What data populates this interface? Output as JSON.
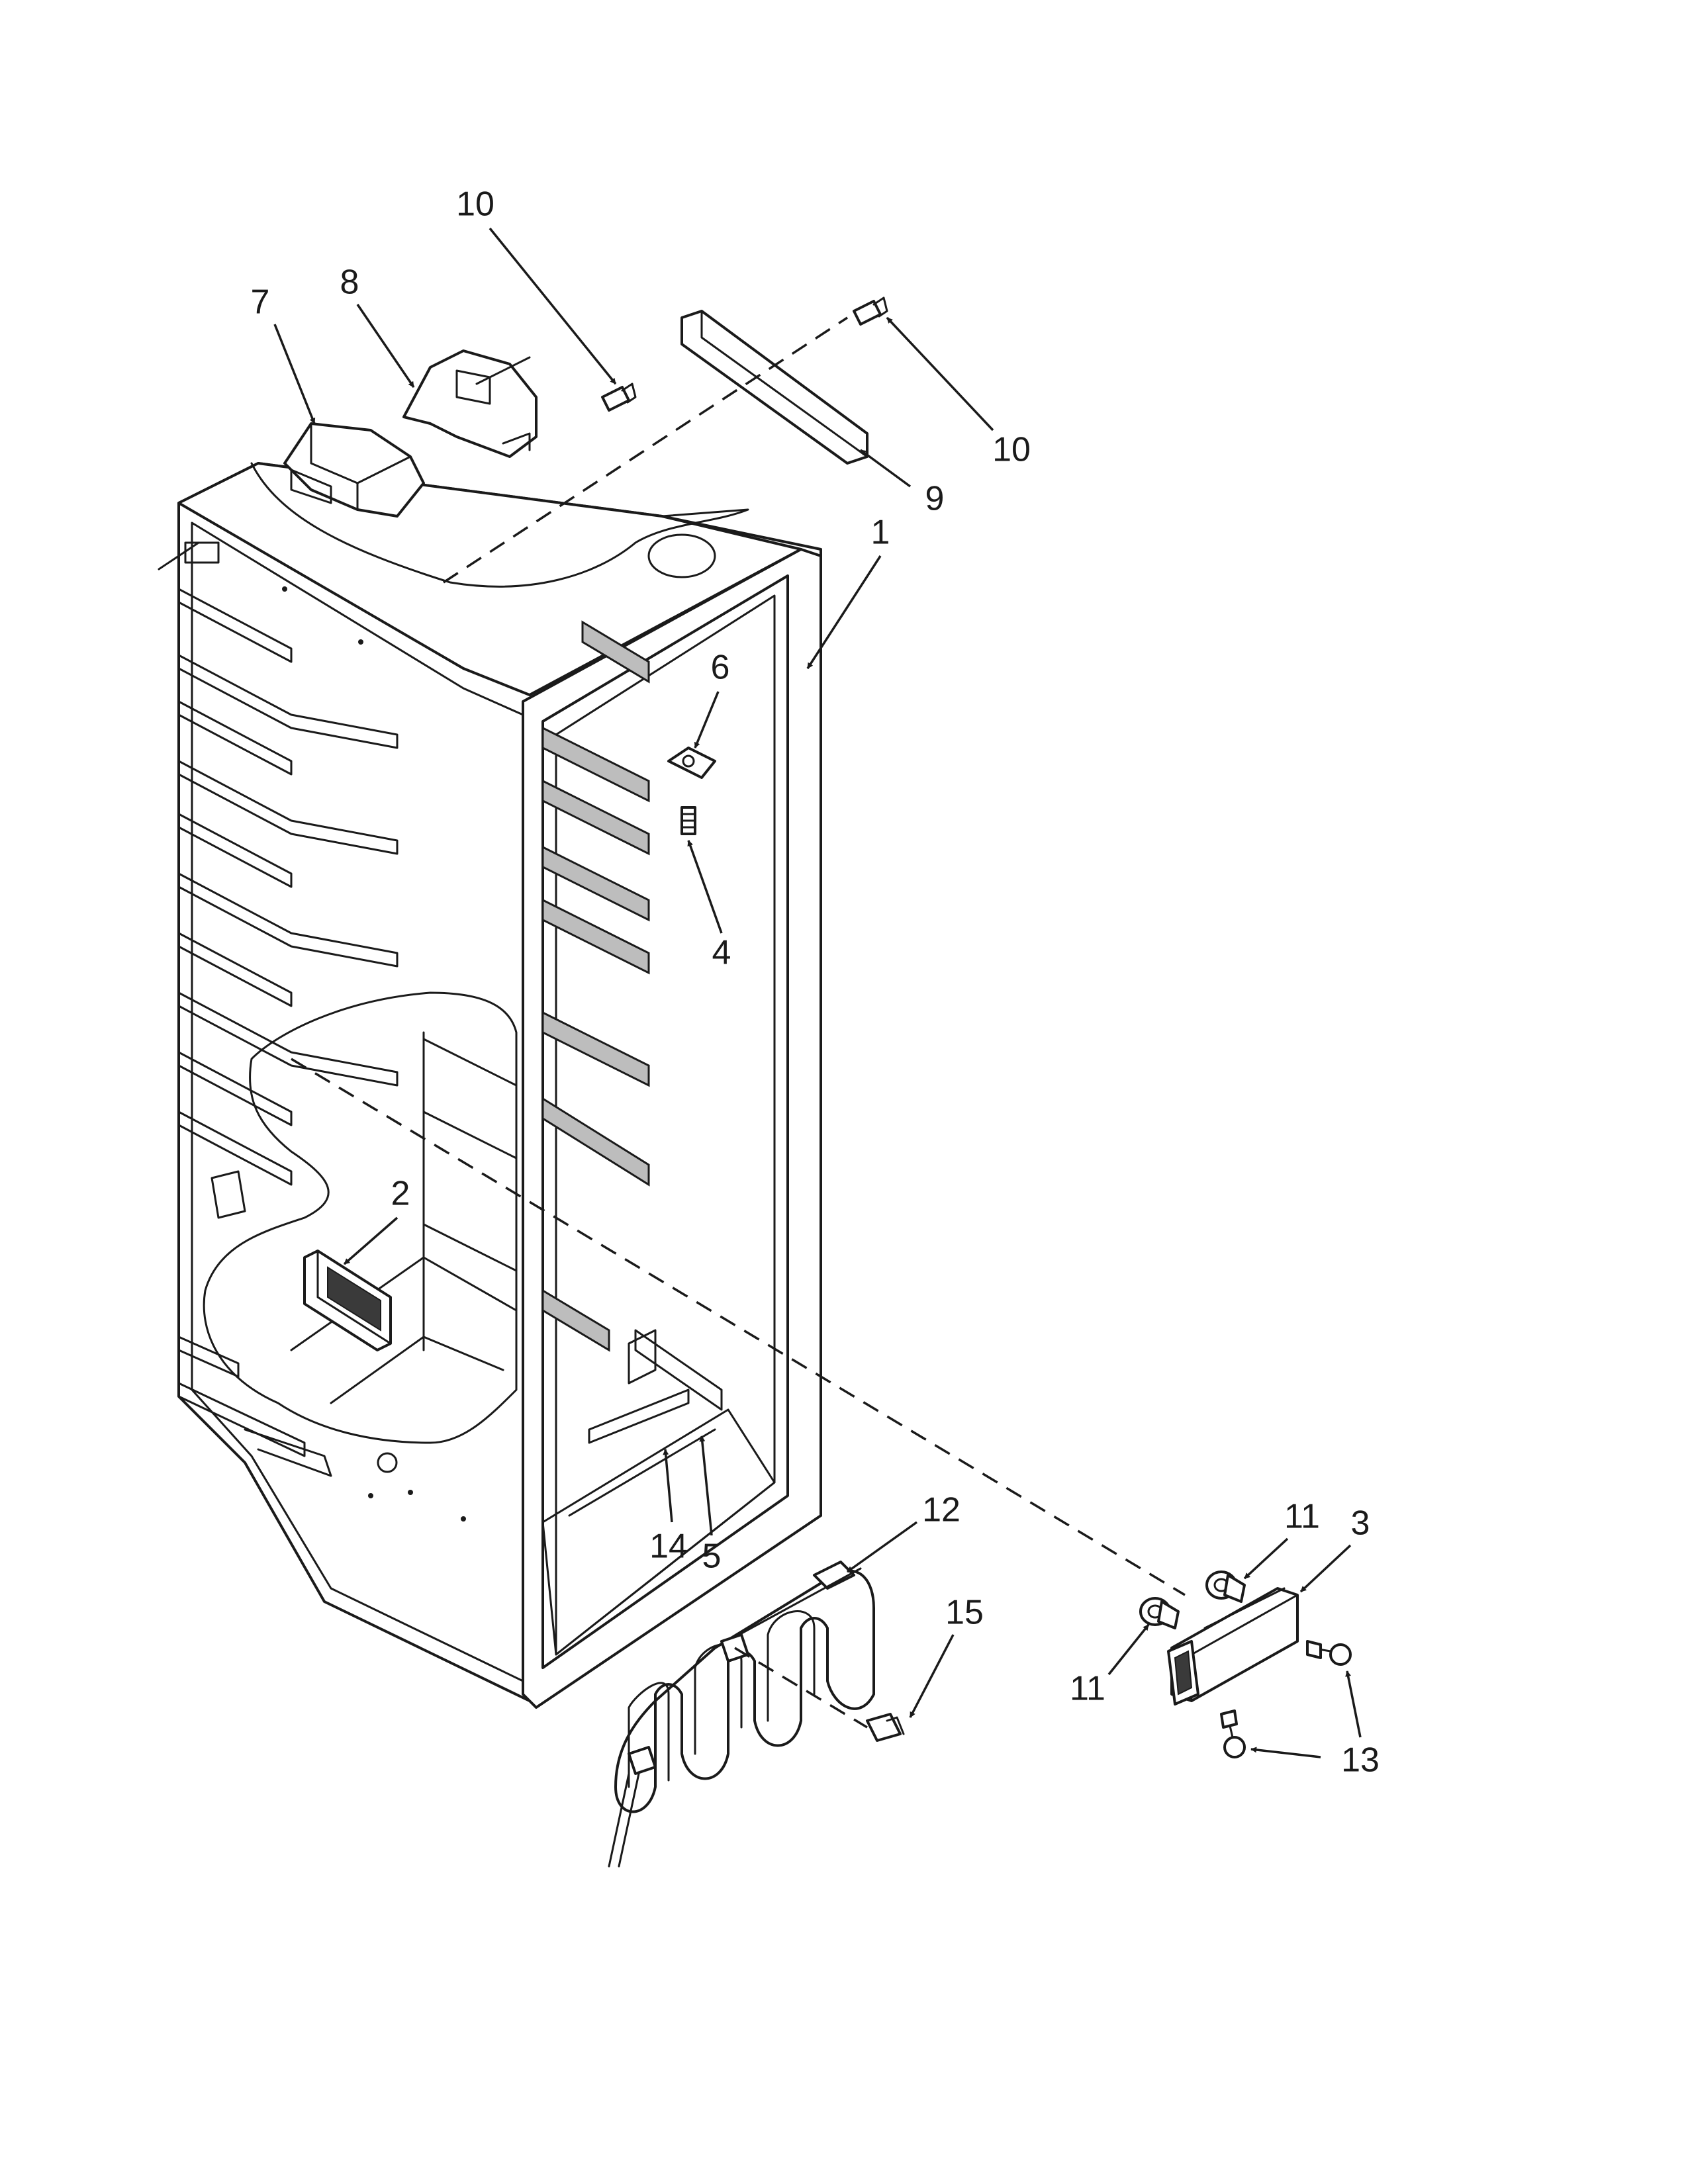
{
  "callouts": [
    {
      "id": "c10a",
      "label": "10"
    },
    {
      "id": "c8",
      "label": "8"
    },
    {
      "id": "c7",
      "label": "7"
    },
    {
      "id": "c10b",
      "label": "10"
    },
    {
      "id": "c9",
      "label": "9"
    },
    {
      "id": "c1",
      "label": "1"
    },
    {
      "id": "c6",
      "label": "6"
    },
    {
      "id": "c4",
      "label": "4"
    },
    {
      "id": "c2",
      "label": "2"
    },
    {
      "id": "c14",
      "label": "14"
    },
    {
      "id": "c5",
      "label": "5"
    },
    {
      "id": "c12",
      "label": "12"
    },
    {
      "id": "c15",
      "label": "15"
    },
    {
      "id": "c11a",
      "label": "11"
    },
    {
      "id": "c3",
      "label": "3"
    },
    {
      "id": "c11b",
      "label": "11"
    },
    {
      "id": "c13",
      "label": "13"
    }
  ]
}
